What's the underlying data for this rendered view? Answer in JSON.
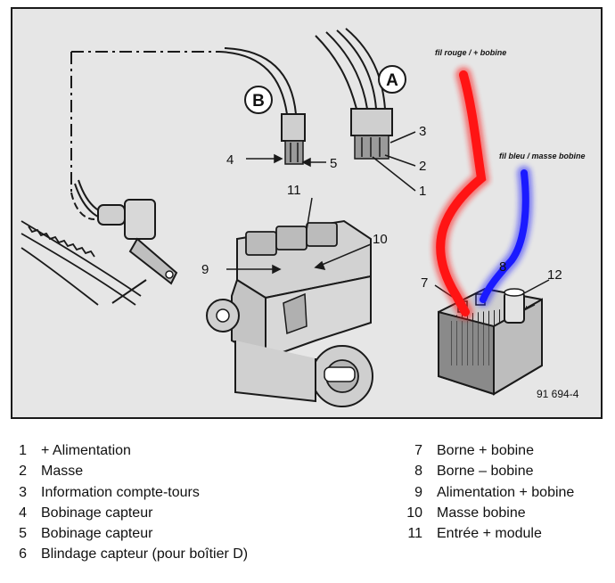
{
  "diagram": {
    "annotations": {
      "red_wire": "fil rouge / + bobine",
      "blue_wire": "fil bleu / masse bobine"
    },
    "connectors": {
      "a": "A",
      "b": "B"
    },
    "callouts": {
      "c1": "1",
      "c2": "2",
      "c3": "3",
      "c4": "4",
      "c5": "5",
      "c7": "7",
      "c8": "8",
      "c9": "9",
      "c10": "10",
      "c11": "11",
      "c12": "12"
    },
    "figure_ref": "91 694-4",
    "colors": {
      "red_wire": "#ff1414",
      "blue_wire": "#1a1aff",
      "frame_bg": "#e6e6e6",
      "line": "#1a1a1a"
    }
  },
  "legend": {
    "left": [
      {
        "num": "1",
        "label": "+ Alimentation"
      },
      {
        "num": "2",
        "label": "Masse"
      },
      {
        "num": "3",
        "label": "Information compte-tours"
      },
      {
        "num": "4",
        "label": "Bobinage capteur"
      },
      {
        "num": "5",
        "label": "Bobinage capteur"
      },
      {
        "num": "6",
        "label": "Blindage capteur (pour boîtier D)"
      }
    ],
    "right": [
      {
        "num": "7",
        "label": "Borne + bobine"
      },
      {
        "num": "8",
        "label": "Borne – bobine"
      },
      {
        "num": "9",
        "label": "Alimentation + bobine"
      },
      {
        "num": "10",
        "label": "Masse bobine"
      },
      {
        "num": "11",
        "label": "Entrée + module"
      }
    ]
  }
}
